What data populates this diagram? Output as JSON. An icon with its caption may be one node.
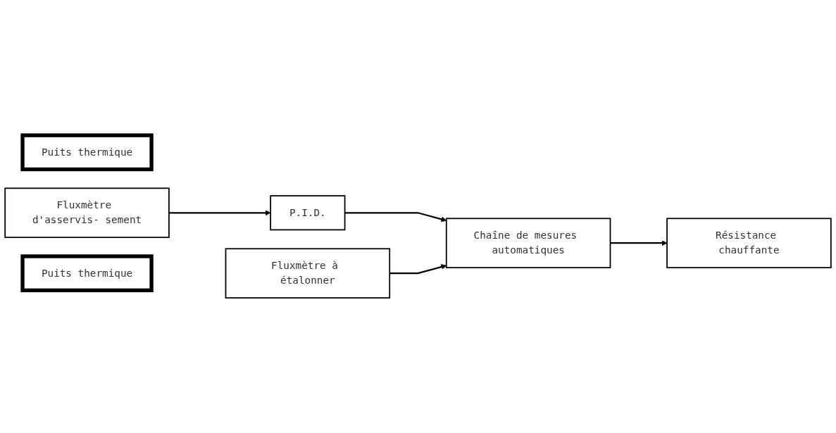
{
  "diagram": {
    "nodes": [
      {
        "text": [
          "Chaîne de mesures automatiques"
        ]
      },
      {
        "text": [
          "P.I.D."
        ]
      },
      {
        "text": [
          "Puits thermique"
        ]
      },
      {
        "text": [
          "Résistance chauffante"
        ]
      },
      {
        "text": [
          "Fluxmètre d'asservis- sement"
        ]
      },
      {
        "text": [
          "Fluxmètre à étalonner"
        ]
      },
      {
        "text": [
          "Puits thermique"
        ]
      }
    ],
    "edges": [
      {
        "from": 0,
        "to": 3,
        "arrow": "to"
      },
      {
        "from": 4,
        "to": 1,
        "arrow": "to"
      },
      {
        "from": 1,
        "to": 0,
        "arrow": "to"
      },
      {
        "from": 5,
        "to": 0,
        "arrow": "to"
      }
    ]
  }
}
